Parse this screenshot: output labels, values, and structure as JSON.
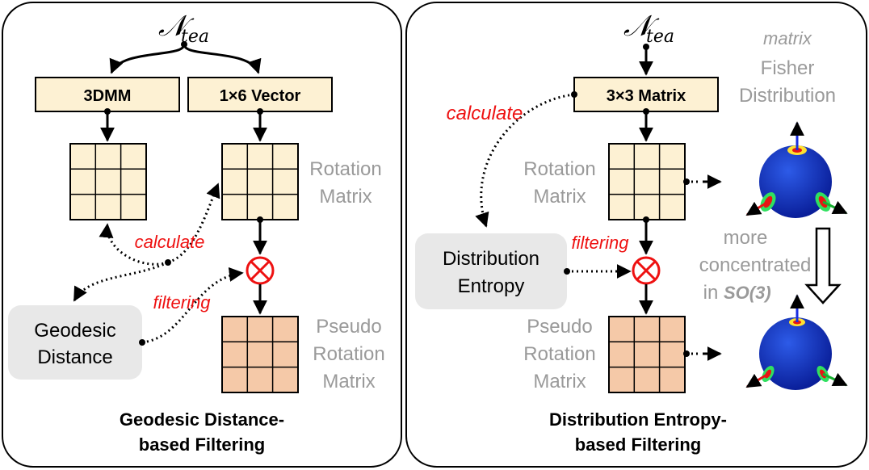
{
  "left_panel": {
    "teacher": {
      "symbol": "𝒩",
      "subscript": "tea"
    },
    "box_3dmm": "3DMM",
    "box_vector": "1×6 Vector",
    "rotation_label": [
      "Rotation",
      "Matrix"
    ],
    "calculate": "calculate",
    "filtering": "filtering",
    "geodesic_label": [
      "Geodesic",
      "Distance"
    ],
    "pseudo_label": [
      "Pseudo",
      "Rotation",
      "Matrix"
    ],
    "title": [
      "Geodesic Distance-",
      "based Filtering"
    ]
  },
  "right_panel": {
    "teacher": {
      "symbol": "𝒩",
      "subscript": "tea"
    },
    "box_matrix": "3×3 Matrix",
    "calculate": "calculate",
    "rotation_label": [
      "Rotation",
      "Matrix"
    ],
    "entropy_label": [
      "Distribution",
      "Entropy"
    ],
    "filtering": "filtering",
    "pseudo_label": [
      "Pseudo",
      "Rotation",
      "Matrix"
    ],
    "fisher_label": [
      "matrix",
      "Fisher",
      "Distribution"
    ],
    "concentrated_label": [
      "more",
      "concentrated",
      "in"
    ],
    "so3": "SO(3)",
    "title": [
      "Distribution Entropy-",
      "based Filtering"
    ]
  },
  "colors": {
    "box_light": "#fdf1d3",
    "box_pseudo": "#f5c9a8",
    "annotation_red": "#ee1111",
    "secondary_gray": "#9a9a9a",
    "entropy_box": "#e8e8e8"
  }
}
